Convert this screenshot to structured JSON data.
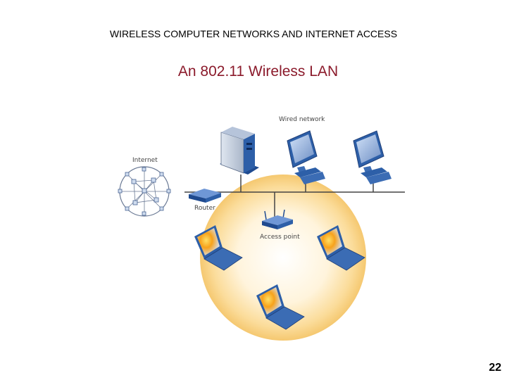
{
  "header": {
    "text": "WIRELESS COMPUTER NETWORKS AND INTERNET ACCESS"
  },
  "slide": {
    "title": "An 802.11 Wireless LAN",
    "page_number": "22"
  },
  "diagram": {
    "labels": {
      "wired_network": "Wired network",
      "internet": "Internet",
      "router": "Router",
      "access_point": "Access point"
    }
  },
  "colors": {
    "title": "#8b1a2b",
    "coverage_glow": "#f5c870",
    "device_blue": "#2d5fa8",
    "screen_glow": "#f7a21b"
  }
}
